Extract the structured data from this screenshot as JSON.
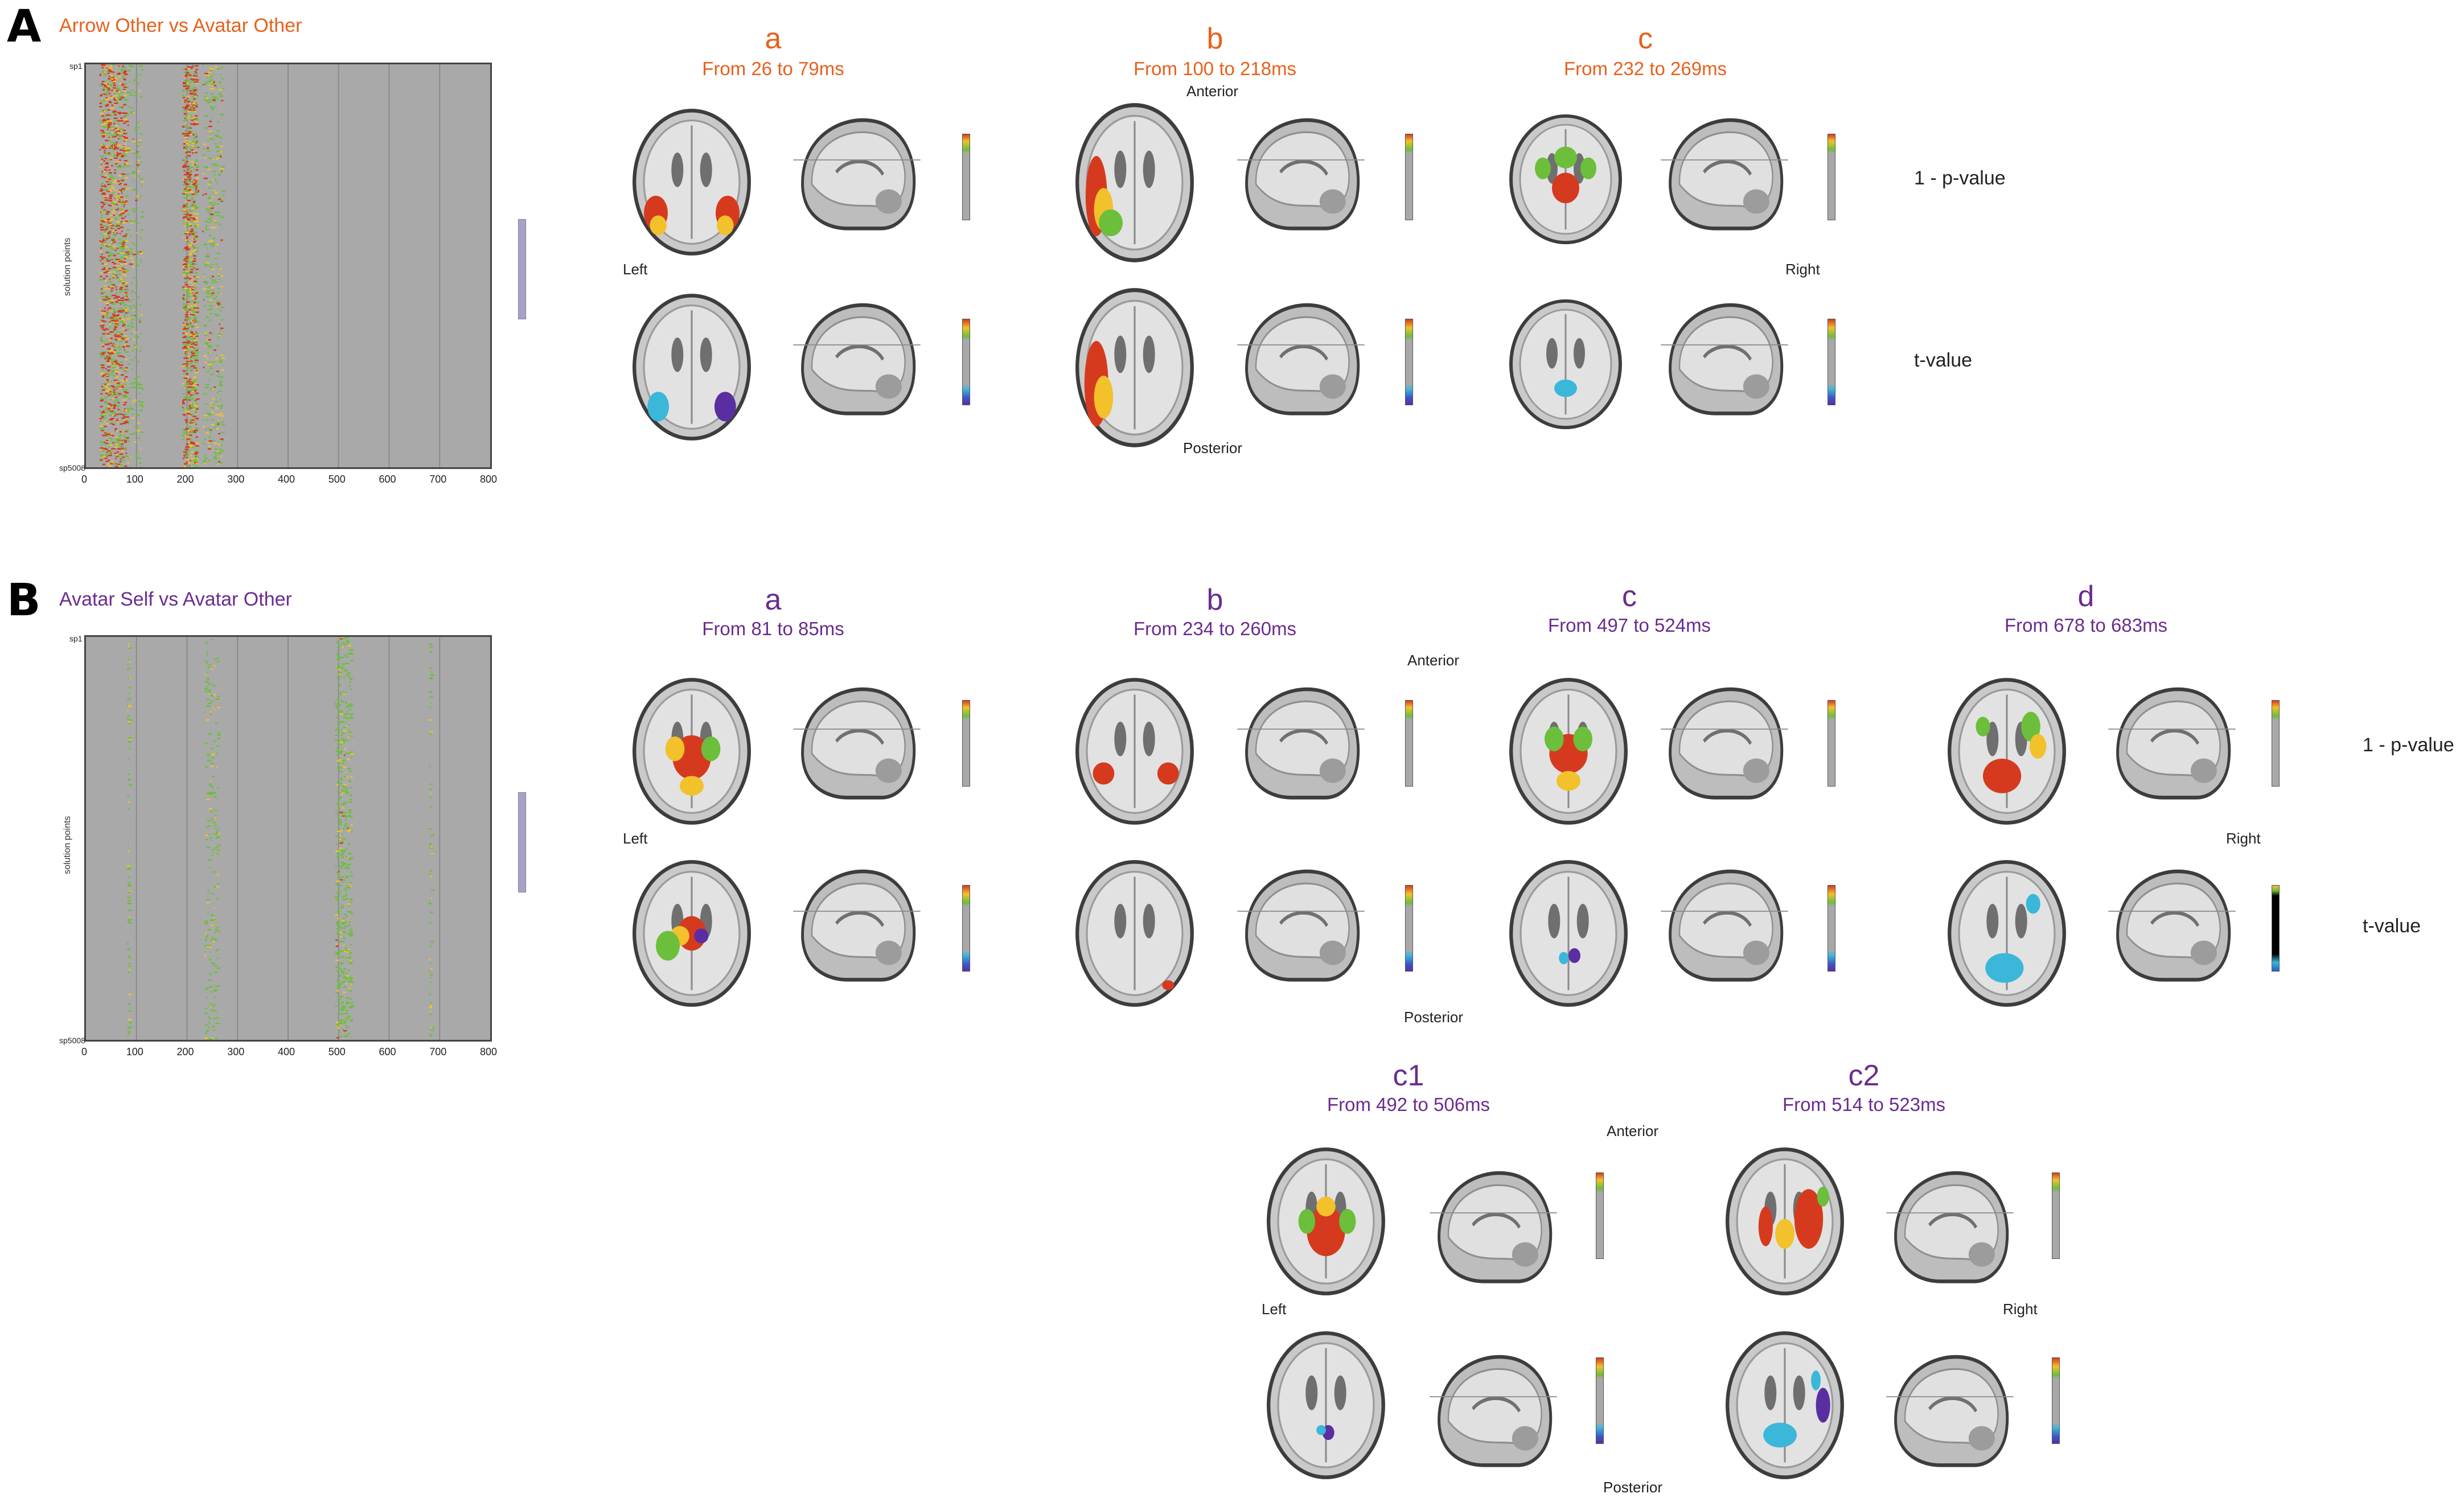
{
  "panelA": {
    "letter": "A",
    "title": "Arrow Other vs Avatar Other",
    "title_color": "#e8601c",
    "ylabel": "solution points",
    "ytop": "sp1",
    "ybottom": "sp5008",
    "xticks": [
      "0",
      "100",
      "200",
      "300",
      "400",
      "500",
      "600",
      "700",
      "800"
    ],
    "windows": [
      {
        "letter": "a",
        "time": "From 26 to 79ms"
      },
      {
        "letter": "b",
        "time": "From 100 to 218ms"
      },
      {
        "letter": "c",
        "time": "From 232 to 269ms"
      }
    ],
    "orient": {
      "anterior": "Anterior",
      "posterior": "Posterior",
      "left": "Left",
      "right": "Right"
    },
    "metrics": {
      "p": "1 - p-value",
      "t": "t-value"
    }
  },
  "panelB": {
    "letter": "B",
    "title": "Avatar Self vs Avatar Other",
    "title_color": "#6a2c8f",
    "ylabel": "solution points",
    "ytop": "sp1",
    "ybottom": "sp5008",
    "xticks": [
      "0",
      "100",
      "200",
      "300",
      "400",
      "500",
      "600",
      "700",
      "800"
    ],
    "windows": [
      {
        "letter": "a",
        "time": "From 81 to 85ms"
      },
      {
        "letter": "b",
        "time": "From 234 to 260ms"
      },
      {
        "letter": "c",
        "time": "From 497 to 524ms"
      },
      {
        "letter": "d",
        "time": "From 678 to 683ms"
      }
    ],
    "sub_windows": [
      {
        "letter": "c1",
        "time": "From 492 to 506ms"
      },
      {
        "letter": "c2",
        "time": "From 514 to 523ms"
      }
    ],
    "orient": {
      "anterior": "Anterior",
      "posterior": "Posterior",
      "left": "Left",
      "right": "Right"
    },
    "sub_orient": {
      "anterior": "Anterior",
      "posterior": "Posterior",
      "left": "Left",
      "right": "Right"
    },
    "metrics": {
      "p": "1 - p-value",
      "t": "t-value"
    }
  },
  "colors": {
    "activation_red": "#d63a1e",
    "activation_yellow": "#f2c12b",
    "activation_green": "#6bbf3b",
    "negative_blue": "#3bb7d9",
    "negative_violet": "#5a2ea0",
    "plot_gray": "#a9a9a9"
  }
}
